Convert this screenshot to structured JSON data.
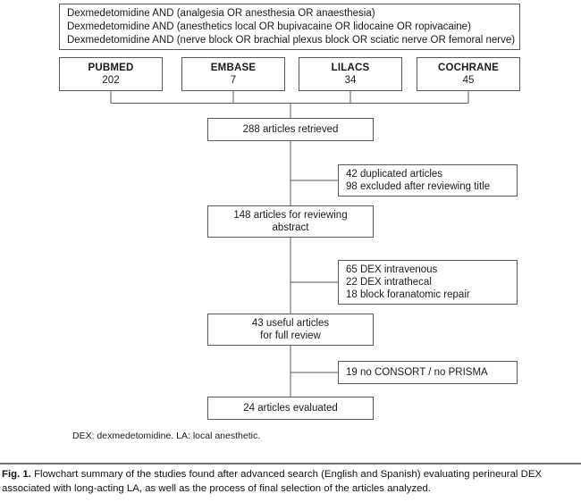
{
  "figure": {
    "label": "Fig. 1.",
    "caption": "Flowchart summary of the studies found after advanced search (English and Spanish) evaluating perineural DEX associated with long-acting LA, as well as the process of final selection of the articles analyzed."
  },
  "query_box": {
    "lines": [
      "Dexmedetomidine AND (analgesia OR anesthesia OR anaesthesia)",
      "Dexmedetomidine AND (anesthetics local OR bupivacaine OR lidocaine OR ropivacaine)",
      "Dexmedetomidine AND (nerve block OR brachial plexus block OR sciatic nerve OR femoral nerve)"
    ]
  },
  "databases": [
    {
      "name": "PUBMED",
      "count": "202"
    },
    {
      "name": "EMBASE",
      "count": "7"
    },
    {
      "name": "LILACS",
      "count": "34"
    },
    {
      "name": "COCHRANE",
      "count": "45"
    }
  ],
  "main_steps": [
    {
      "lines": [
        "288 articles retrieved"
      ]
    },
    {
      "lines": [
        "148 articles for reviewing",
        "abstract"
      ]
    },
    {
      "lines": [
        "43 useful articles",
        "for full review"
      ]
    },
    {
      "lines": [
        "24 articles evaluated"
      ]
    }
  ],
  "exclusions": [
    {
      "lines": [
        "42 duplicated articles",
        "98 excluded after reviewing title"
      ]
    },
    {
      "lines": [
        "65 DEX intravenous",
        "22 DEX intrathecal",
        "18 block foranatomic repair"
      ]
    },
    {
      "lines": [
        "19 no CONSORT / no PRISMA"
      ]
    }
  ],
  "legend": "DEX: dexmedetomidine. LA: local anesthetic.",
  "colors": {
    "box_border": "#58595b",
    "connector": "#58595b",
    "text": "#1a1a1a",
    "rule": "#6f7072"
  }
}
